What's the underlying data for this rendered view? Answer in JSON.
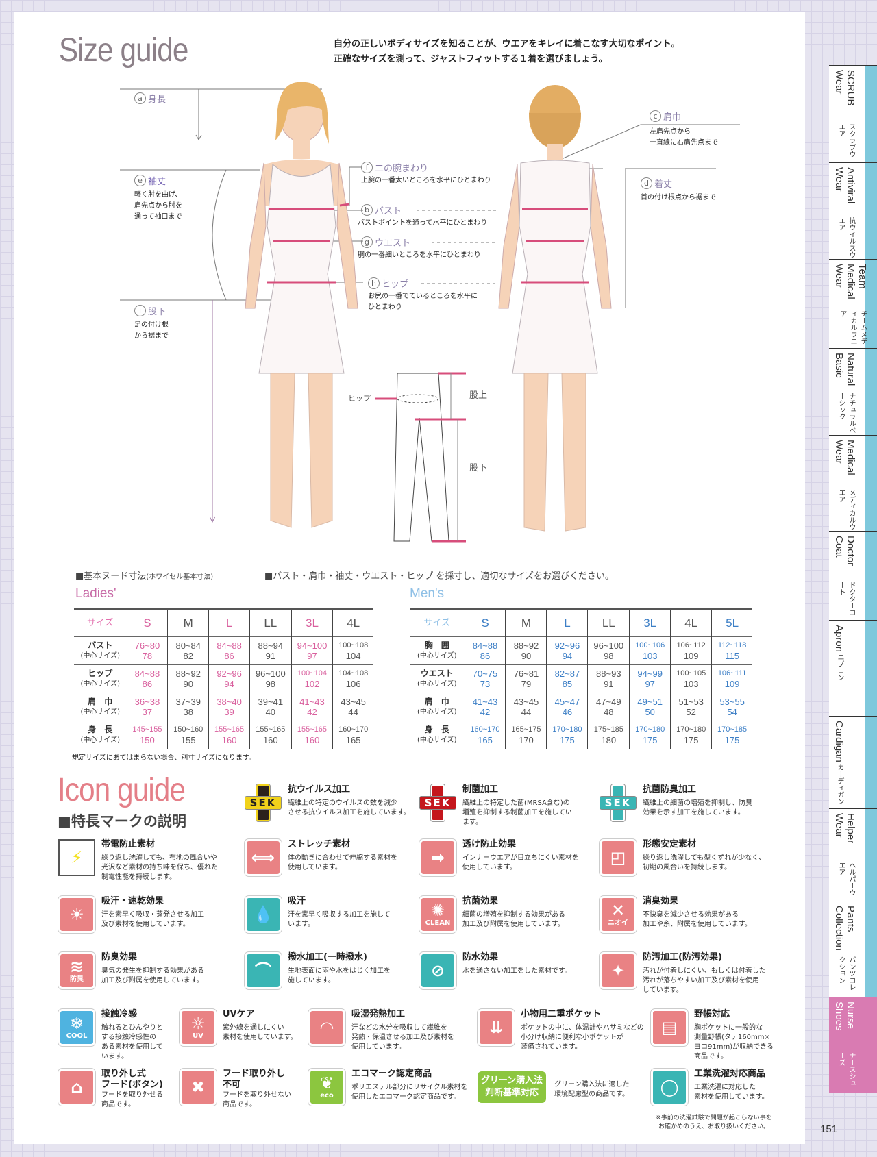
{
  "header": {
    "title": "Size guide",
    "intro": [
      "自分の正しいボディサイズを知ることが、ウエアをキレイに着こなす大切なポイント。",
      "正確なサイズを測って、ジャストフィットする１着を選びましょう。"
    ]
  },
  "measures": {
    "a": {
      "mark": "a",
      "label": "身長"
    },
    "e": {
      "mark": "e",
      "label": "袖丈",
      "desc": [
        "軽く肘を曲げ、",
        "肩先点から肘を",
        "通って袖口まで"
      ]
    },
    "i": {
      "mark": "i",
      "label": "股下",
      "desc": [
        "足の付け根",
        "から裾まで"
      ]
    },
    "f": {
      "mark": "f",
      "label": "二の腕まわり",
      "desc": [
        "上腕の一番太いところを水平にひとまわり"
      ]
    },
    "b": {
      "mark": "b",
      "label": "バスト",
      "desc": [
        "バストポイントを通って水平にひとまわり"
      ]
    },
    "g": {
      "mark": "g",
      "label": "ウエスト",
      "desc": [
        "胴の一番細いところを水平にひとまわり"
      ]
    },
    "h": {
      "mark": "h",
      "label": "ヒップ",
      "desc": [
        "お尻の一番でているところを水平に",
        "ひとまわり"
      ]
    },
    "c": {
      "mark": "c",
      "label": "肩巾",
      "desc": [
        "左肩先点から",
        "一直線に右肩先点まで"
      ]
    },
    "d": {
      "mark": "d",
      "label": "着丈",
      "desc": [
        "首の付け根点から裾まで"
      ]
    },
    "pants": {
      "hip": "ヒップ",
      "rise": "股上",
      "inseam": "股下"
    }
  },
  "sections": {
    "nude": "■基本ヌード寸法",
    "nude_small": "(ホワイセル基本寸法)",
    "instruction": "■バスト・肩巾・袖丈・ウエスト・ヒップ を採寸し、適切なサイズをお選びください。",
    "note": "規定サイズにあてはまらない場合、別寸サイズになります。"
  },
  "colors": {
    "ladies": "#d9609e",
    "men": "#3d7fc6",
    "men_title": "#8fc0e6",
    "icon_pink": "#e98284",
    "icon_teal": "#3ab5b4",
    "icon_blue": "#4fb3e0",
    "icon_green": "#8cc63f"
  },
  "ladies": {
    "title": "Ladies'",
    "header": [
      "サイズ",
      "S",
      "M",
      "L",
      "LL",
      "3L",
      "4L"
    ],
    "rows": [
      {
        "label": "バスト",
        "sub": "(中心サイズ)",
        "cells": [
          [
            "76~80",
            "78"
          ],
          [
            "80~84",
            "82"
          ],
          [
            "84~88",
            "86"
          ],
          [
            "88~94",
            "91"
          ],
          [
            "94~100",
            "97"
          ],
          [
            "100~108",
            "104"
          ]
        ]
      },
      {
        "label": "ヒップ",
        "sub": "(中心サイズ)",
        "cells": [
          [
            "84~88",
            "86"
          ],
          [
            "88~92",
            "90"
          ],
          [
            "92~96",
            "94"
          ],
          [
            "96~100",
            "98"
          ],
          [
            "100~104",
            "102"
          ],
          [
            "104~108",
            "106"
          ]
        ]
      },
      {
        "label": "肩　巾",
        "sub": "(中心サイズ)",
        "cells": [
          [
            "36~38",
            "37"
          ],
          [
            "37~39",
            "38"
          ],
          [
            "38~40",
            "39"
          ],
          [
            "39~41",
            "40"
          ],
          [
            "41~43",
            "42"
          ],
          [
            "43~45",
            "44"
          ]
        ]
      },
      {
        "label": "身　長",
        "sub": "(中心サイズ)",
        "cells": [
          [
            "145~155",
            "150"
          ],
          [
            "150~160",
            "155"
          ],
          [
            "155~165",
            "160"
          ],
          [
            "155~165",
            "160"
          ],
          [
            "155~165",
            "160"
          ],
          [
            "160~170",
            "165"
          ]
        ]
      }
    ]
  },
  "men": {
    "title": "Men's",
    "header": [
      "サイズ",
      "S",
      "M",
      "L",
      "LL",
      "3L",
      "4L",
      "5L"
    ],
    "rows": [
      {
        "label": "胸　囲",
        "sub": "(中心サイズ)",
        "cells": [
          [
            "84~88",
            "86"
          ],
          [
            "88~92",
            "90"
          ],
          [
            "92~96",
            "94"
          ],
          [
            "96~100",
            "98"
          ],
          [
            "100~106",
            "103"
          ],
          [
            "106~112",
            "109"
          ],
          [
            "112~118",
            "115"
          ]
        ]
      },
      {
        "label": "ウエスト",
        "sub": "(中心サイズ)",
        "cells": [
          [
            "70~75",
            "73"
          ],
          [
            "76~81",
            "79"
          ],
          [
            "82~87",
            "85"
          ],
          [
            "88~93",
            "91"
          ],
          [
            "94~99",
            "97"
          ],
          [
            "100~105",
            "103"
          ],
          [
            "106~111",
            "109"
          ]
        ]
      },
      {
        "label": "肩　巾",
        "sub": "(中心サイズ)",
        "cells": [
          [
            "41~43",
            "42"
          ],
          [
            "43~45",
            "44"
          ],
          [
            "45~47",
            "46"
          ],
          [
            "47~49",
            "48"
          ],
          [
            "49~51",
            "50"
          ],
          [
            "51~53",
            "52"
          ],
          [
            "53~55",
            "54"
          ]
        ]
      },
      {
        "label": "身　長",
        "sub": "(中心サイズ)",
        "cells": [
          [
            "160~170",
            "165"
          ],
          [
            "165~175",
            "170"
          ],
          [
            "170~180",
            "175"
          ],
          [
            "175~185",
            "180"
          ],
          [
            "170~180",
            "175"
          ],
          [
            "170~180",
            "175"
          ],
          [
            "170~185",
            "175"
          ]
        ]
      }
    ]
  },
  "icon_guide": {
    "title": "Icon guide",
    "subtitle": "■特長マークの説明",
    "items": [
      {
        "name": "antiviral",
        "icon": "sek",
        "color": "#2b211c",
        "cross": "#f1d21a",
        "badge": "SEK",
        "title": "抗ウイルス加工",
        "desc": [
          "繊維上の特定のウイルスの数を減少",
          "させる抗ウイルス加工を施しています。"
        ]
      },
      {
        "name": "antibacterial-sek",
        "icon": "sek",
        "color": "#c4161c",
        "cross": "#c4161c",
        "badge": "SEK",
        "title": "制菌加工",
        "desc": [
          "繊維上の特定した菌(MRSA含む)の",
          "増殖を抑制する制菌加工を施してい",
          "ます。"
        ]
      },
      {
        "name": "antibacterial-deodorant",
        "icon": "sek",
        "color": "#3ab5b4",
        "cross": "#3ab5b4",
        "badge": "SEK",
        "title": "抗菌防臭加工",
        "desc": [
          "繊維上の細菌の増殖を抑制し、防臭",
          "効果を示す加工を施しています。"
        ]
      },
      {
        "name": "antistatic",
        "icon": "bolt",
        "color": "#ffffff",
        "glyph": "⚡",
        "title": "帯電防止素材",
        "desc": [
          "繰り返し洗濯しても、布地の風合いや",
          "光沢など素材の持ち味を保ち、優れた",
          "制電性能を持続します。"
        ]
      },
      {
        "name": "stretch",
        "icon": "stretch",
        "color": "#e98284",
        "glyph": "⟺",
        "title": "ストレッチ素材",
        "desc": [
          "体の動きに合わせて伸縮する素材を",
          "使用しています。"
        ]
      },
      {
        "name": "see-through-prevention",
        "icon": "arrow",
        "color": "#e98284",
        "glyph": "➡",
        "title": "透け防止効果",
        "desc": [
          "インナーウエアが目立ちにくい素材を",
          "使用しています。"
        ]
      },
      {
        "name": "form-stable",
        "icon": "square",
        "color": "#e98284",
        "glyph": "◰",
        "title": "形態安定素材",
        "desc": [
          "繰り返し洗濯しても型くずれが少なく、",
          "初期の風合いを持続します。"
        ]
      },
      {
        "name": "sweat-quickdry",
        "icon": "sweat",
        "color": "#e98284",
        "glyph": "☀",
        "title": "吸汗・速乾効果",
        "desc": [
          "汗を素早く吸収・蒸発させる加工",
          "及び素材を使用しています。"
        ]
      },
      {
        "name": "sweat-absorb",
        "icon": "drops",
        "color": "#3ab5b4",
        "glyph": "💧",
        "title": "吸汗",
        "desc": [
          "汗を素早く吸収する加工を施して",
          "います。"
        ]
      },
      {
        "name": "antibacterial-effect",
        "icon": "clean",
        "color": "#e98284",
        "glyph": "✺",
        "label": "CLEAN",
        "title": "抗菌効果",
        "desc": [
          "細菌の増殖を抑制する効果がある",
          "加工及び附属を使用しています。"
        ]
      },
      {
        "name": "deodorizing",
        "icon": "x",
        "color": "#e98284",
        "glyph": "✕",
        "label": "ニオイ",
        "title": "消臭効果",
        "desc": [
          "不快臭を減少させる効果がある",
          "加工や糸、附属を使用しています。"
        ]
      },
      {
        "name": "odor-prevention",
        "icon": "waves",
        "color": "#e98284",
        "glyph": "≋",
        "label": "防臭",
        "title": "防臭効果",
        "desc": [
          "臭気の発生を抑制する効果がある",
          "加工及び附属を使用しています。"
        ]
      },
      {
        "name": "water-repellent",
        "icon": "repel",
        "color": "#3ab5b4",
        "glyph": "⌒",
        "title": "撥水加工(一時撥水)",
        "desc": [
          "生地表面に雨や水をはじく加工を",
          "施しています。"
        ]
      },
      {
        "name": "waterproof",
        "icon": "drop-slash",
        "color": "#3ab5b4",
        "glyph": "⊘",
        "title": "防水効果",
        "desc": [
          "水を通さない加工をした素材です。"
        ]
      },
      {
        "name": "stain-proof",
        "icon": "sparkle",
        "color": "#e98284",
        "glyph": "✦",
        "title": "防汚加工(防汚効果)",
        "desc": [
          "汚れが付着しにくい、もしくは付着した",
          "汚れが落ちやすい加工及び素材を使用",
          "しています。"
        ]
      },
      {
        "name": "cool-touch",
        "icon": "snow",
        "color": "#4fb3e0",
        "glyph": "❄",
        "label": "COOL",
        "title": "接触冷感",
        "desc": [
          "触れるとひんやりと",
          "する接触冷感性の",
          "ある素材を使用して",
          "います。"
        ]
      },
      {
        "name": "uv-care",
        "icon": "sun",
        "color": "#e98284",
        "glyph": "☼",
        "label": "UV",
        "title": "UVケア",
        "desc": [
          "紫外線を通しにくい",
          "素材を使用しています。"
        ]
      },
      {
        "name": "heat-generation",
        "icon": "heat",
        "color": "#e98284",
        "glyph": "◠",
        "title": "吸湿発熱加工",
        "desc": [
          "汗などの水分を吸収して繊維を",
          "発熱・保温させる加工及び素材を",
          "使用しています。"
        ]
      },
      {
        "name": "double-pocket",
        "icon": "pocket",
        "color": "#e98284",
        "glyph": "⇊",
        "title": "小物用二重ポケット",
        "desc": [
          "ポケットの中に、体温計やハサミなどの",
          "小分け収納に便利な小ポケットが",
          "装備されています。"
        ]
      },
      {
        "name": "field-notebook",
        "icon": "notebook",
        "color": "#e98284",
        "glyph": "▤",
        "title": "野帳対応",
        "desc": [
          "胸ポケットに一般的な",
          "測量野帳(タテ160mm×",
          "ヨコ91mm)が収納できる",
          "商品です。"
        ]
      },
      {
        "name": "removable-hood",
        "icon": "hood",
        "color": "#e98284",
        "glyph": "⌂",
        "title": "取り外し式\nフード(ボタン)",
        "desc": [
          "フードを取り外せる",
          "商品です。"
        ]
      },
      {
        "name": "fixed-hood",
        "icon": "hood-x",
        "color": "#e98284",
        "glyph": "✖",
        "title": "フード取り外し\n不可",
        "desc": [
          "フードを取り外せない",
          "商品です。"
        ]
      },
      {
        "name": "eco-mark",
        "icon": "eco",
        "color": "#8cc63f",
        "glyph": "❦",
        "label": "eco",
        "title": "エコマーク認定商品",
        "desc": [
          "ポリエステル部分にリサイクル素材を",
          "使用したエコマーク認定商品です。"
        ]
      },
      {
        "name": "green-purchasing",
        "icon": "green",
        "color": "#8cc63f",
        "label": "グリーン購入法\n判断基準対応",
        "title": "",
        "desc": [
          "グリーン購入法に適した",
          "環境配慮型の商品です。"
        ]
      },
      {
        "name": "industrial-laundry",
        "icon": "laundry",
        "color": "#3ab5b4",
        "glyph": "◯",
        "title": "工業洗濯対応商品",
        "desc": [
          "工業洗濯に対応した",
          "素材を使用しています。"
        ],
        "note": [
          "※事前の洗濯試験で問題が起こらない事を",
          "お確かめのうえ、お取り扱いください。"
        ]
      }
    ]
  },
  "side_tabs": [
    {
      "en": "SCRUB Wear",
      "jp": "スクラブウエア"
    },
    {
      "en": "Antiviral Wear",
      "jp": "抗ウイルスウエア"
    },
    {
      "en": "Team Medical Wear",
      "jp": "チームメディカルウエア"
    },
    {
      "en": "Natural Basic",
      "jp": "ナチュラルベーシック"
    },
    {
      "en": "Medical Wear",
      "jp": "メディカルウエア"
    },
    {
      "en": "Doctor Coat",
      "jp": "ドクターコート"
    },
    {
      "en": "Apron",
      "jp": "エプロン"
    },
    {
      "en": "Cardigan",
      "jp": "カーディガン"
    },
    {
      "en": "Helper Wear",
      "jp": "ヘルパーウエア"
    },
    {
      "en": "Pants Collection",
      "jp": "パンツコレクション"
    },
    {
      "en": "Nurse Shoes",
      "jp": "ナースシューズ",
      "active": true
    }
  ],
  "page_number": "151"
}
